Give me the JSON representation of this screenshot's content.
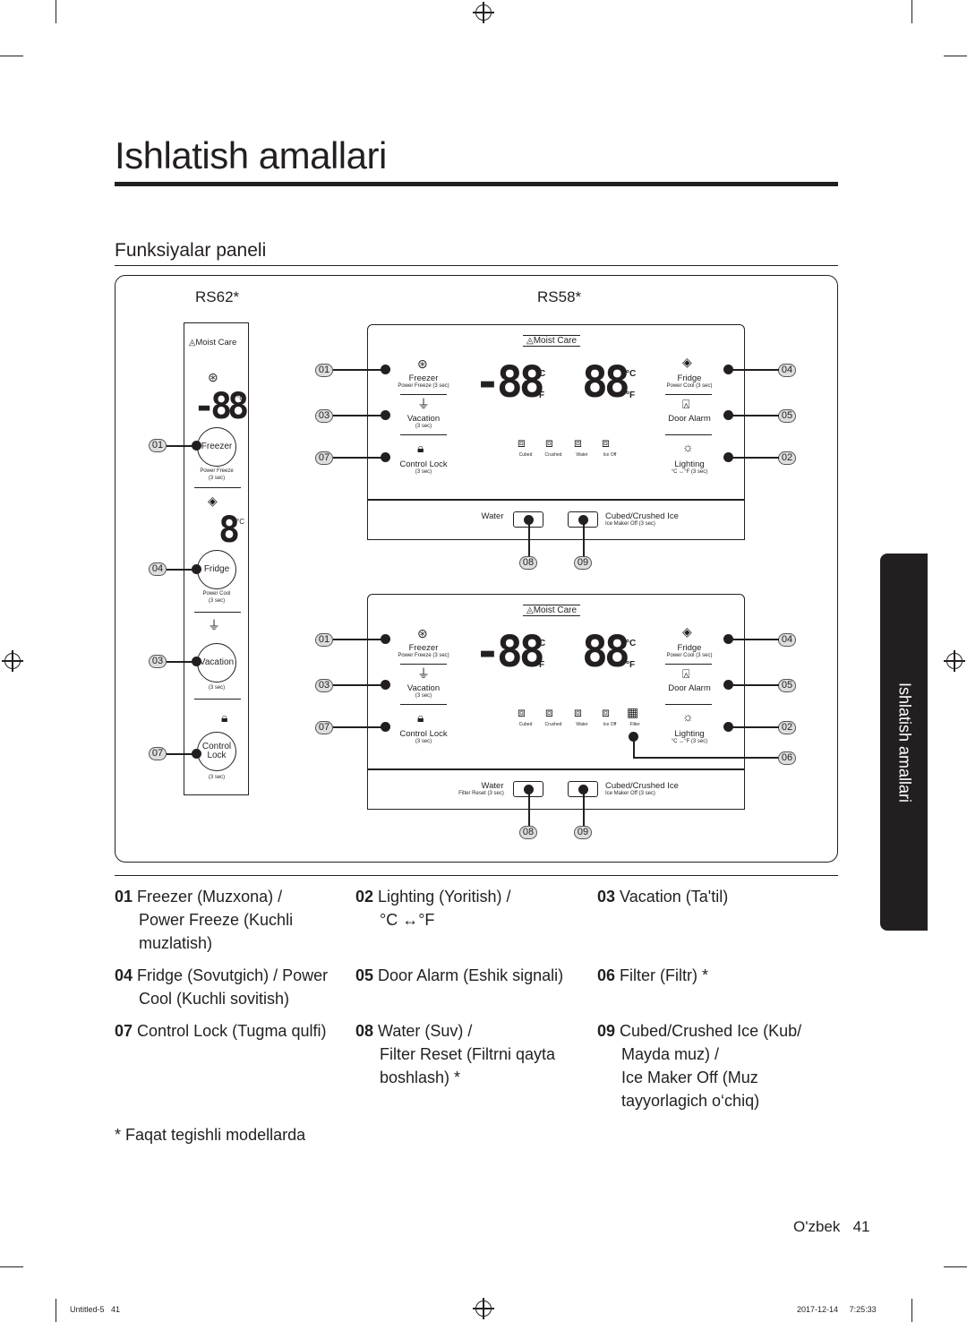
{
  "page": {
    "title": "Ishlatish amallari",
    "section_title": "Funksiyalar paneli",
    "side_tab": "Ishlatish amallari",
    "language": "O'zbek",
    "page_number": "41",
    "slug_file": "Untitled-5",
    "slug_page": "41",
    "slug_date": "2017-12-14",
    "slug_time": "7:25:33"
  },
  "figure": {
    "model_left": "RS62*",
    "model_right": "RS58*",
    "left_panel": {
      "moist_care": "Moist Care",
      "freezer_btn": "Freezer",
      "power_freeze": "Power Freeze",
      "three_sec": "(3 sec)",
      "fridge_btn": "Fridge",
      "power_cool": "Power Cool",
      "vacation_btn": "Vacation",
      "control_btn_1": "Control",
      "control_btn_2": "Lock",
      "deg_c": "°C",
      "seg_freezer": "-88",
      "seg_fridge": "8",
      "callouts": [
        "01",
        "04",
        "03",
        "07"
      ]
    },
    "right_panel": {
      "moist_care": "Moist Care",
      "freezer": "Freezer",
      "power_freeze": "Power Freeze (3 sec)",
      "vacation": "Vacation",
      "three_sec": "(3 sec)",
      "control_lock": "Control Lock",
      "fridge": "Fridge",
      "power_cool": "Power Cool (3 sec)",
      "door_alarm": "Door Alarm",
      "lighting": "Lighting",
      "lighting_sub": "°C ↔°F (3 sec)",
      "seg_left": "-88",
      "seg_right": "88",
      "unit_c": "°C",
      "unit_f": "°F",
      "cubed": "Cubed",
      "crushed": "Crushed",
      "water": "Water",
      "ice_off": "Ice Off",
      "filter": "Filter",
      "water_btn": "Water",
      "filter_reset": "Filter Reset (3 sec)",
      "cubed_crushed": "Cubed/Crushed Ice",
      "ice_maker_off": "Ice Maker Off (3 sec)",
      "callouts_top": [
        "01",
        "03",
        "07",
        "04",
        "05",
        "02",
        "08",
        "09"
      ],
      "callouts_bottom": [
        "01",
        "03",
        "07",
        "04",
        "05",
        "02",
        "06",
        "08",
        "09"
      ]
    }
  },
  "legend": [
    {
      "num": "01",
      "lines": [
        "Freezer (Muzxona) /",
        "Power Freeze (Kuchli",
        "muzlatish)"
      ]
    },
    {
      "num": "02",
      "lines": [
        "Lighting (Yoritish) /",
        "°C ↔°F"
      ]
    },
    {
      "num": "03",
      "lines": [
        "Vacation (Ta'til)"
      ]
    },
    {
      "num": "04",
      "lines": [
        "Fridge (Sovutgich) / Power",
        "Cool (Kuchli sovitish)"
      ]
    },
    {
      "num": "05",
      "lines": [
        "Door Alarm (Eshik signali)"
      ]
    },
    {
      "num": "06",
      "lines": [
        "Filter (Filtr) *"
      ]
    },
    {
      "num": "07",
      "lines": [
        "Control Lock (Tugma qulfi)"
      ]
    },
    {
      "num": "08",
      "lines": [
        "Water (Suv) /",
        "Filter Reset (Filtrni qayta",
        "boshlash) *"
      ]
    },
    {
      "num": "09",
      "lines": [
        "Cubed/Crushed Ice (Kub/",
        "Mayda muz) /",
        "Ice Maker Off (Muz",
        "tayyorlagich o‘chiq)"
      ]
    }
  ],
  "footnote": "* Faqat tegishli modellarda"
}
